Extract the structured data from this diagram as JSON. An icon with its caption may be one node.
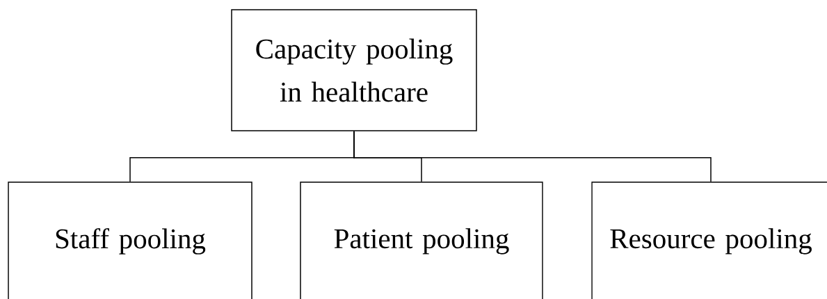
{
  "diagram": {
    "nodes": [
      {
        "text": [
          "Capacity pooling in healthcare"
        ]
      },
      {
        "text": [
          "Staff pooling"
        ]
      },
      {
        "text": [
          "Patient pooling"
        ]
      },
      {
        "text": [
          "Resource pooling"
        ]
      }
    ],
    "edges": [
      {
        "from": 0,
        "to": 1,
        "arrow": "none"
      },
      {
        "from": 0,
        "to": 2,
        "arrow": "none"
      },
      {
        "from": 0,
        "to": 3,
        "arrow": "none"
      }
    ]
  }
}
